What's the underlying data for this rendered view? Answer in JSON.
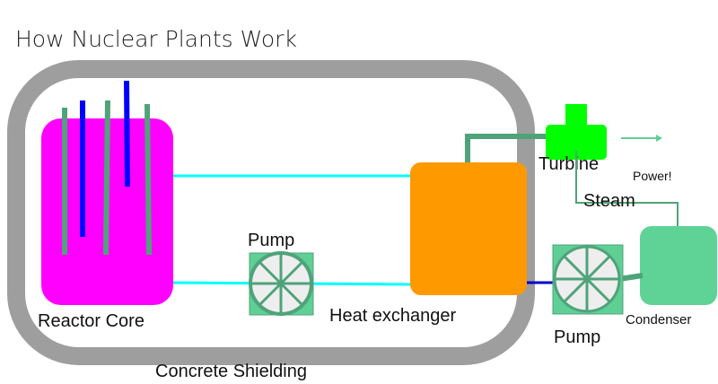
{
  "title": "How Nuclear Plants Work",
  "labels": {
    "reactor_core": "Reactor Core",
    "pump_primary": "Pump",
    "heat_exchanger": "Heat exchanger",
    "concrete_shielding": "Concrete Shielding",
    "turbine": "Turbine",
    "power": "Power!",
    "steam": "Steam",
    "pump_secondary": "Pump",
    "condenser": "Condenser"
  },
  "colors": {
    "shielding": "#9e9e9e",
    "reactor_core": "#ff00ff",
    "control_rod_green": "#4fa37a",
    "control_rod_blue": "#0000ff",
    "primary_loop": "#00ffff",
    "heat_exchanger": "#ff9900",
    "turbine": "#00ff00",
    "pump_body": "#5fcf96",
    "pump_wheel": "#eeeeee",
    "steam_pipe": "#4fa37a",
    "condenser": "#5fd396",
    "secondary_blue_pipe": "#0000cc"
  }
}
